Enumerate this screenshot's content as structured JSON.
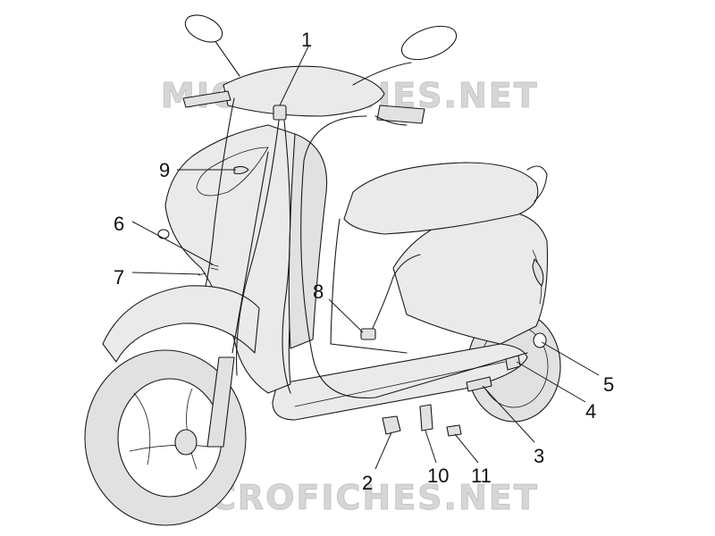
{
  "watermarks": [
    "MICROFICHES.NET",
    "MICROFICHES.NET"
  ],
  "callouts": [
    {
      "label": "1",
      "name": "part-1"
    },
    {
      "label": "2",
      "name": "part-2"
    },
    {
      "label": "3",
      "name": "part-3"
    },
    {
      "label": "4",
      "name": "part-4"
    },
    {
      "label": "5",
      "name": "part-5"
    },
    {
      "label": "6",
      "name": "part-6"
    },
    {
      "label": "7",
      "name": "part-7"
    },
    {
      "label": "8",
      "name": "part-8"
    },
    {
      "label": "9",
      "name": "part-9"
    },
    {
      "label": "10",
      "name": "part-10"
    },
    {
      "label": "11",
      "name": "part-11"
    }
  ],
  "colors": {
    "line": "#1a1a1a",
    "body_fill": "#eaeaea",
    "watermark": "#d6d6d6",
    "background": "#ffffff"
  }
}
